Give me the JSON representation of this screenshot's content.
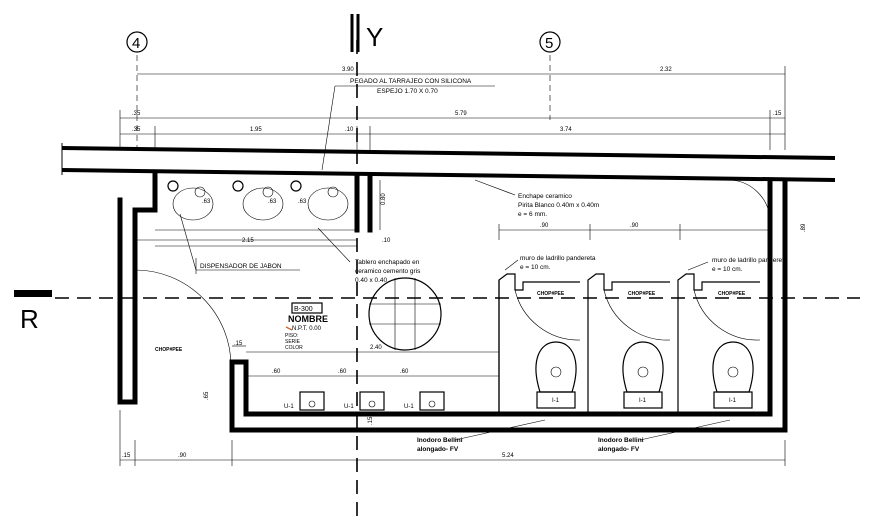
{
  "axes": {
    "y_label": "Y",
    "r_label": "R",
    "grid_4": "4",
    "grid_5": "5"
  },
  "dims_top": {
    "d390": "3.90",
    "d232": "2.32",
    "d35a": ".35",
    "d579": "5.79",
    "d15a": ".15",
    "d35b": ".35",
    "d195": "1.95",
    "d10a": ".10",
    "d374": "3.74"
  },
  "dims_mid": {
    "d080": "0.80",
    "d215": "2.15",
    "d10b": ".10",
    "d63a": ".63",
    "d63b": ".63",
    "d63c": ".63",
    "d90a": ".90",
    "d90b": ".90",
    "d89": ".89",
    "d15b": ".15",
    "d240": "2.40",
    "d60a": ".60",
    "d60b": ".60",
    "d60c": ".60",
    "d65": ".65",
    "d15c": ".15"
  },
  "dims_bottom": {
    "d15": ".15",
    "d90": ".90",
    "d524": "5.24"
  },
  "notes": {
    "mirror_1": "PEGADO AL TARRAJEO CON SILICONA",
    "mirror_2": "ESPEJO 1.70 X 0.70",
    "enchape_1": "Enchape ceramico",
    "enchape_2": "Pirita Blanco 0.40m x 0.40m",
    "enchape_3": "e = 6 mm.",
    "tablero_1": "Tablero enchapado en",
    "tablero_2": "ceramico cemento gris",
    "tablero_3": "0.40 x 0.40",
    "muro1_1": "muro de ladrillo pandereta",
    "muro1_2": "e = 10 cm.",
    "muro2_1": "muro de ladrillo pandereta",
    "muro2_2": "e = 10 cm.",
    "dispensador": "DISPENSADOR DE JABON",
    "inodoro_1a": "Inodoro Bellini",
    "inodoro_1b": "alongado- FV",
    "inodoro_2a": "Inodoro Bellini",
    "inodoro_2b": "alongado- FV"
  },
  "room": {
    "code": "B-300",
    "name": "NOMBRE",
    "npt": "N.P.T. 0.00",
    "piso": "PISO:",
    "serie": "SERIE",
    "color": "COLOR"
  },
  "fixtures": {
    "wc_tag": "I-1",
    "urinal_tag": "U-1",
    "hatch_tag": "CHOP#PEE"
  }
}
